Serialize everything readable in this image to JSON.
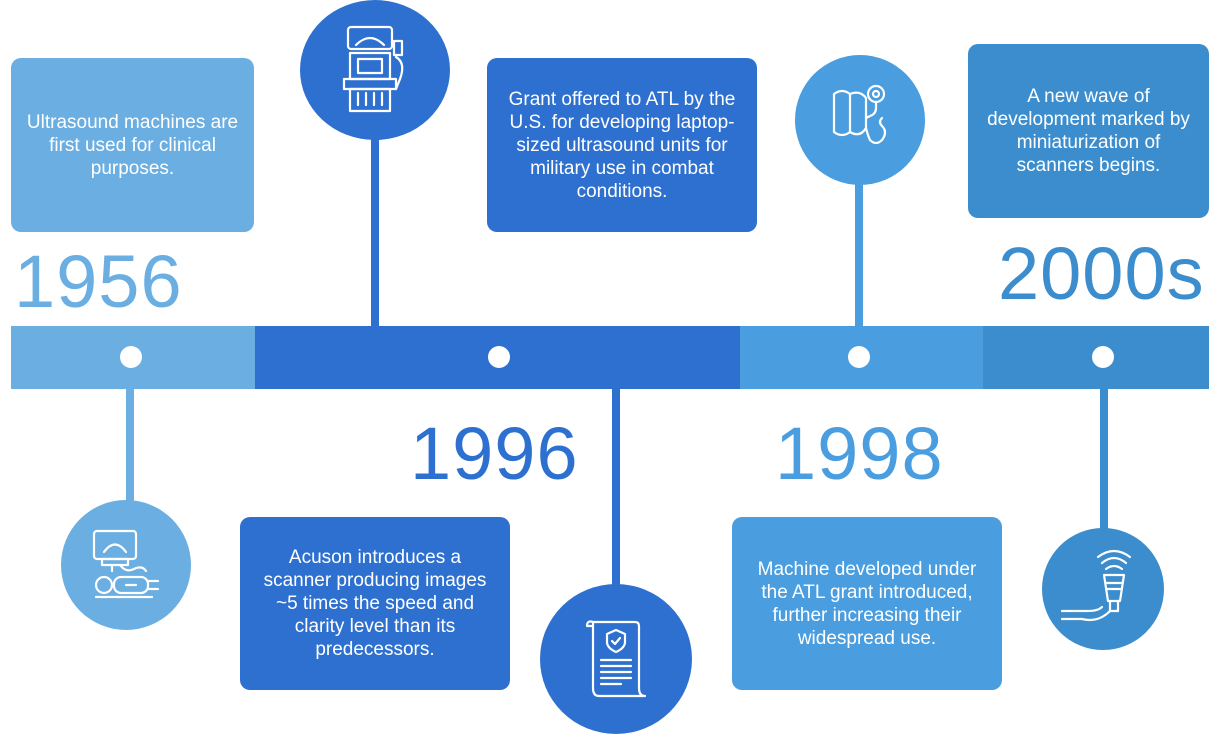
{
  "colors": {
    "light_blue": "#6aaee2",
    "dark_blue": "#2e70cf",
    "mid_blue": "#4a9ee0",
    "steel_blue": "#3b8dcd",
    "white": "#ffffff"
  },
  "events": [
    {
      "year": "1956",
      "text": "Ultrasound machines are first used for clinical purposes.",
      "icon": "ultrasound-patient-icon"
    },
    {
      "year": "1996",
      "text": "Acuson introduces a scanner producing images ~5 times the speed and clarity level than its predecessors.",
      "icon": "ultrasound-cart-icon"
    },
    {
      "year": "",
      "text": "Grant offered to ATL by the U.S. for developing laptop-sized ultrasound units for military use in combat conditions.",
      "icon": "certificate-scroll-icon"
    },
    {
      "year": "1998",
      "text": "Machine developed under the ATL grant introduced, further increasing their widespread use.",
      "icon": "probe-cuff-icon"
    },
    {
      "year": "2000s",
      "text": "A new wave of development marked by miniaturization of scanners begins.",
      "icon": "handheld-probe-icon"
    }
  ]
}
